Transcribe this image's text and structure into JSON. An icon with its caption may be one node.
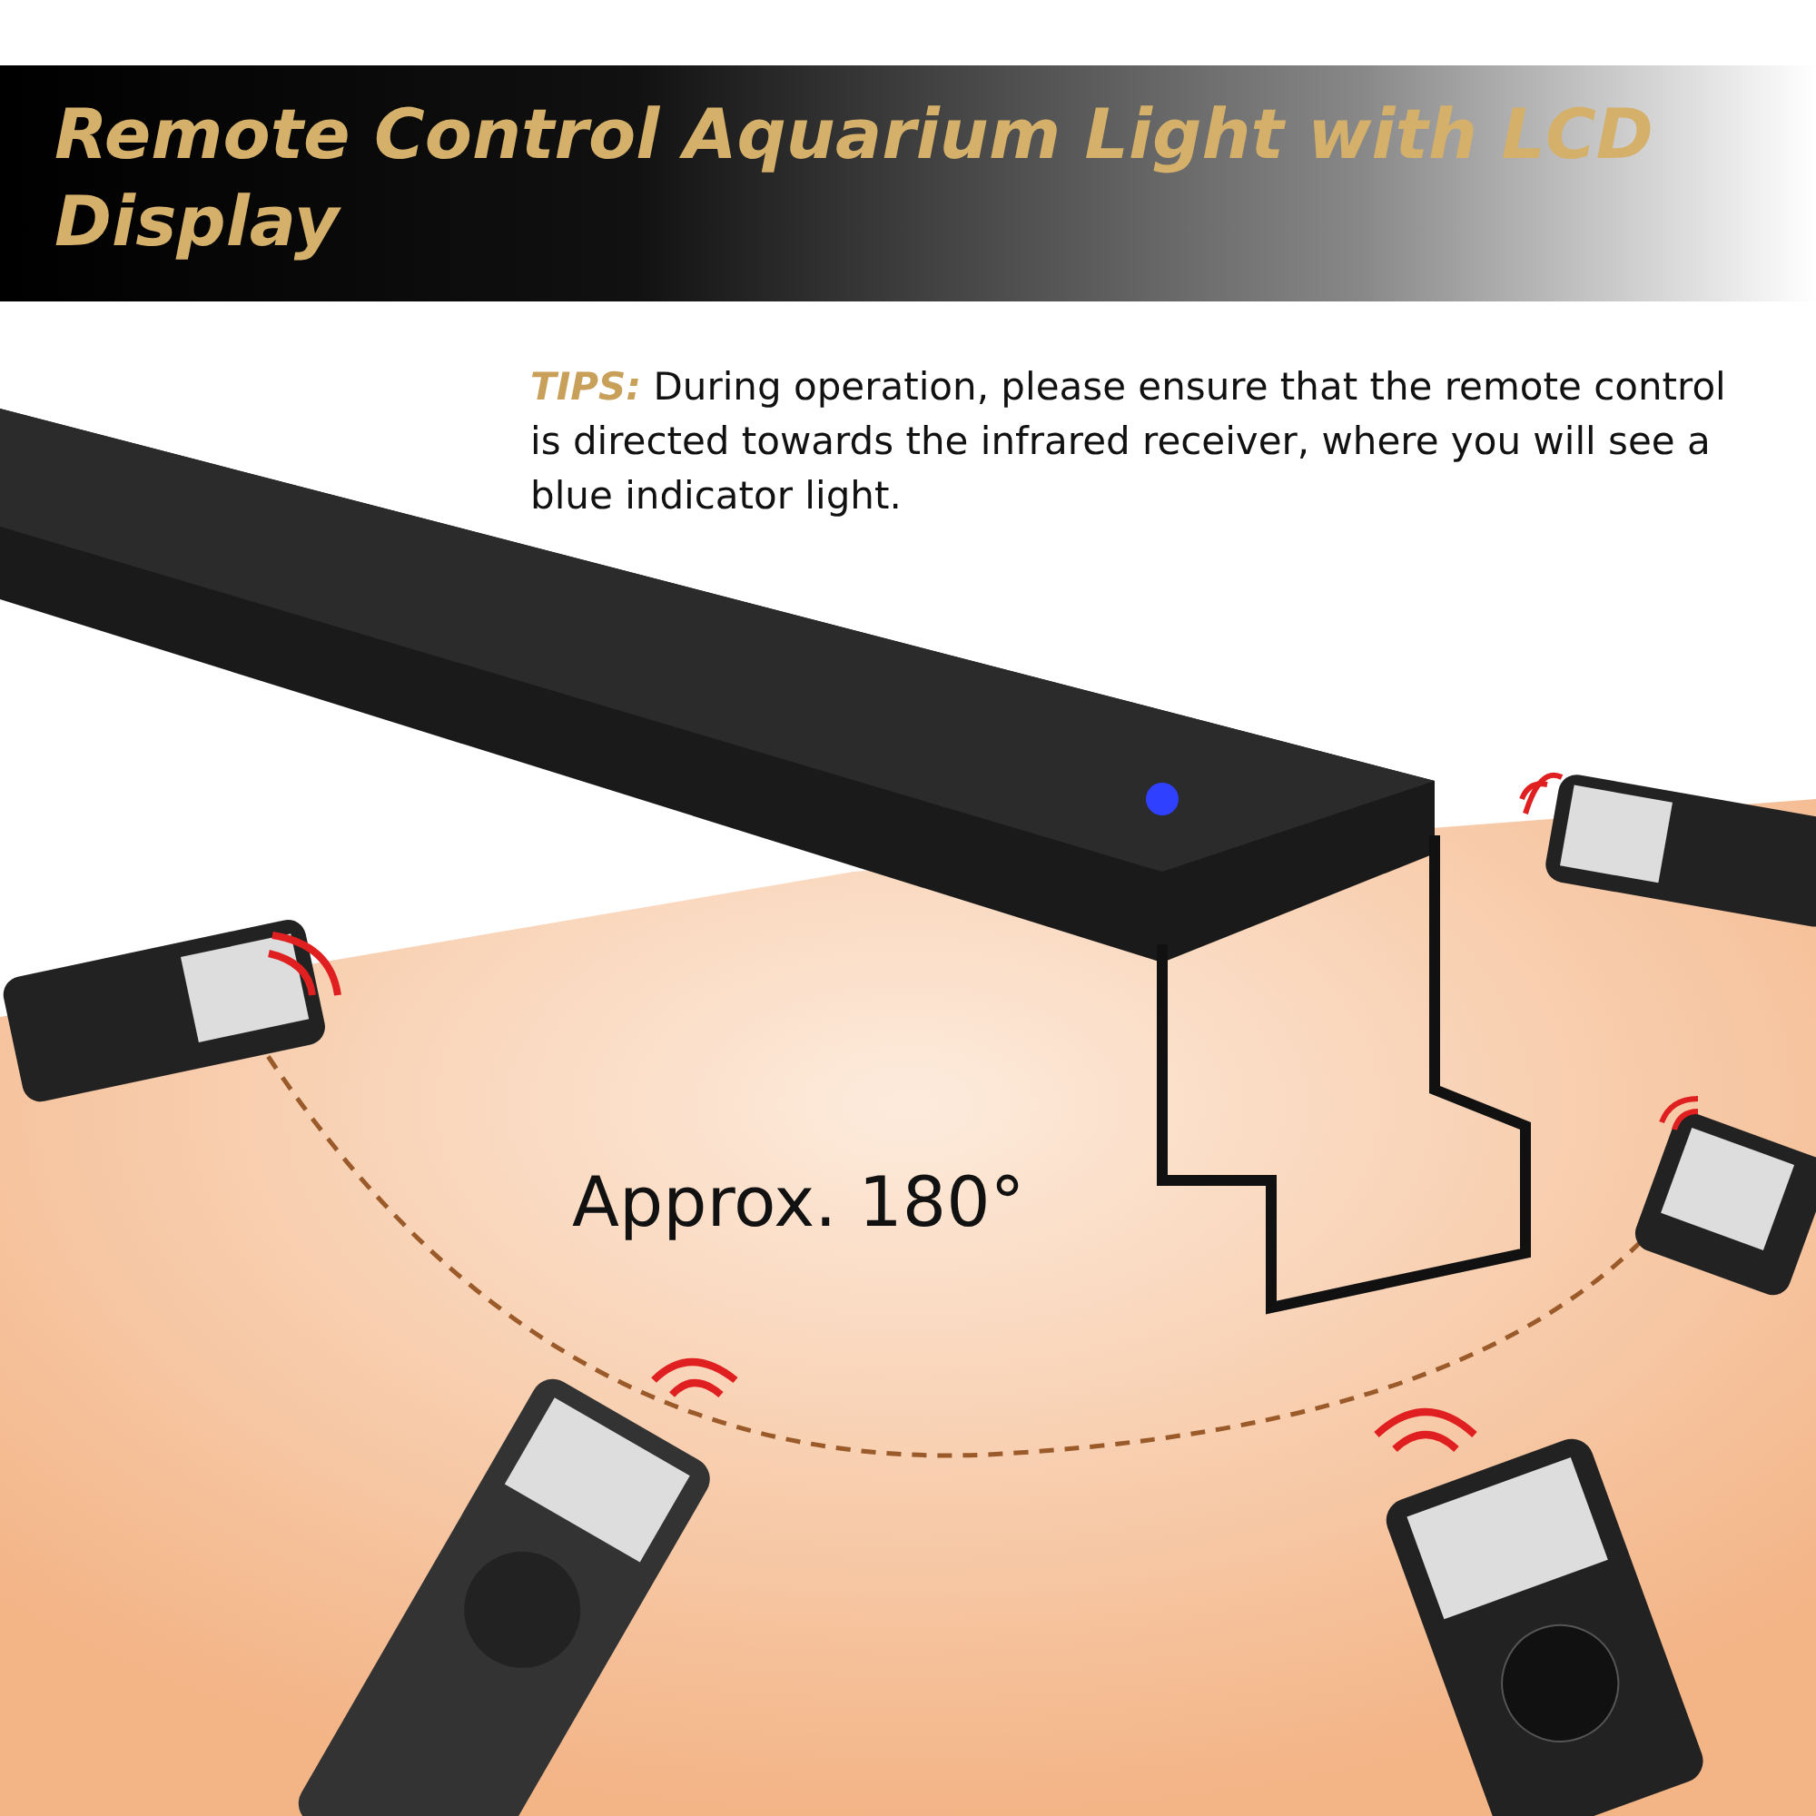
{
  "diagram": {
    "title": "Remote Control Aquarium Light with LCD Display",
    "labels": [
      "**TIPS:** During operation, please ensure that the remote control is directed towards the infrared receiver, where you will see a blue indicator light.",
      "Approx. 180°"
    ]
  }
}
